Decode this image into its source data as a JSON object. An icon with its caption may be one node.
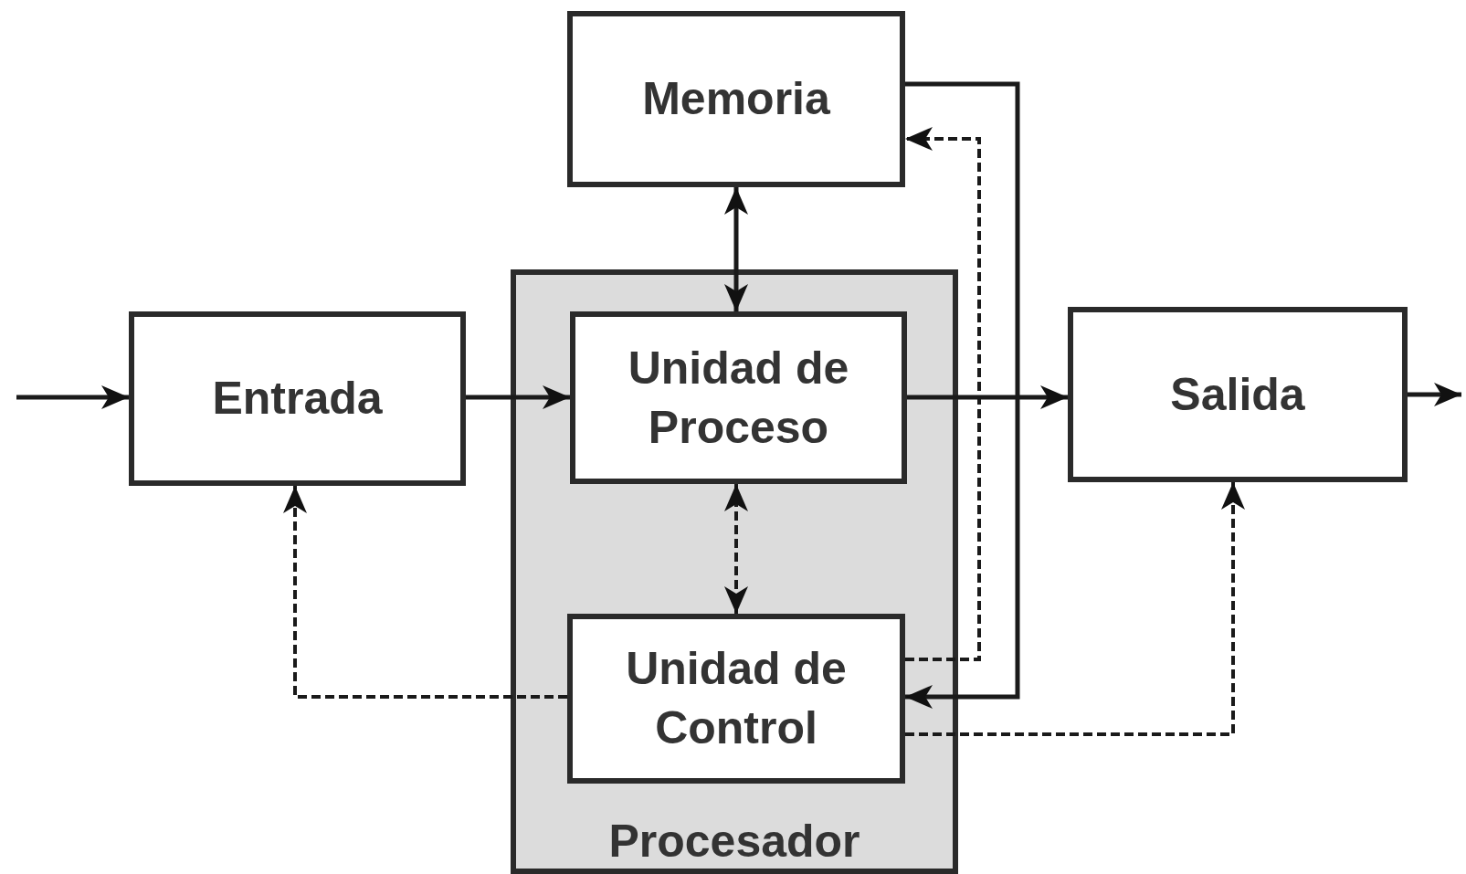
{
  "diagram": {
    "nodes": [
      {
        "text": [
          "Entrada"
        ]
      },
      {
        "text": [
          "Memoria"
        ]
      },
      {
        "text": [
          "Procesador"
        ]
      },
      {
        "text": [
          "Unidad de Proceso"
        ],
        "in": 2
      },
      {
        "text": [
          "Unidad de Control"
        ],
        "in": 2
      },
      {
        "text": [
          "Salida"
        ]
      }
    ],
    "edges": [
      {
        "from": null,
        "to": 0,
        "arrow": "to"
      },
      {
        "from": 0,
        "to": 3,
        "arrow": "to"
      },
      {
        "from": 1,
        "to": 3,
        "arrow": "both"
      },
      {
        "from": 3,
        "to": 5,
        "arrow": "to"
      },
      {
        "from": 5,
        "to": null,
        "arrow": "to"
      },
      {
        "from": 3,
        "to": 4,
        "arrow": "both",
        "style": "dashed"
      },
      {
        "from": 4,
        "to": 0,
        "arrow": "to",
        "style": "dashed"
      },
      {
        "from": 4,
        "to": 5,
        "arrow": "to",
        "style": "dashed"
      },
      {
        "from": 4,
        "to": 1,
        "arrow": "to",
        "style": "dashed"
      },
      {
        "from": 1,
        "to": 4,
        "arrow": "to"
      }
    ]
  }
}
